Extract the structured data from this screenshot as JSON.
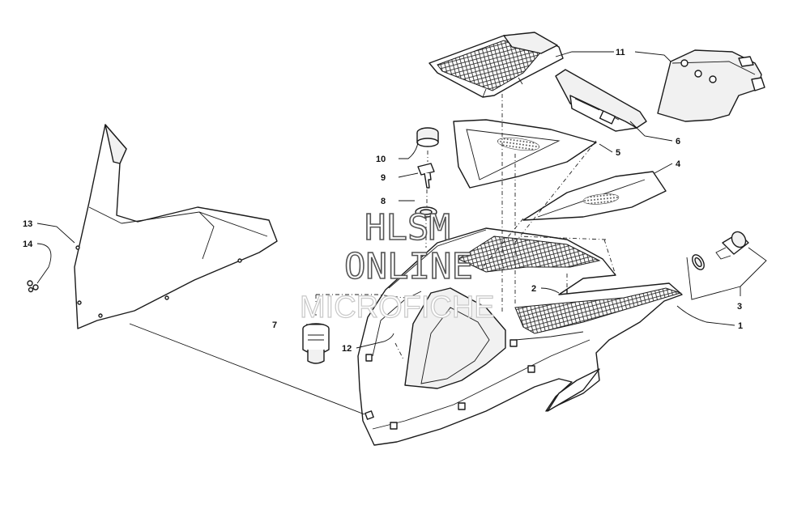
{
  "callouts": {
    "c1": "1",
    "c2": "2",
    "c3": "3",
    "c4": "4",
    "c5": "5",
    "c6": "6",
    "c7": "7",
    "c8": "8",
    "c9": "9",
    "c10": "10",
    "c11": "11",
    "c12": "12",
    "c13": "13",
    "c14": "14"
  },
  "watermark": {
    "line1": "HLSM",
    "line2": "ONLINE",
    "line3": "MICROFICHE"
  }
}
